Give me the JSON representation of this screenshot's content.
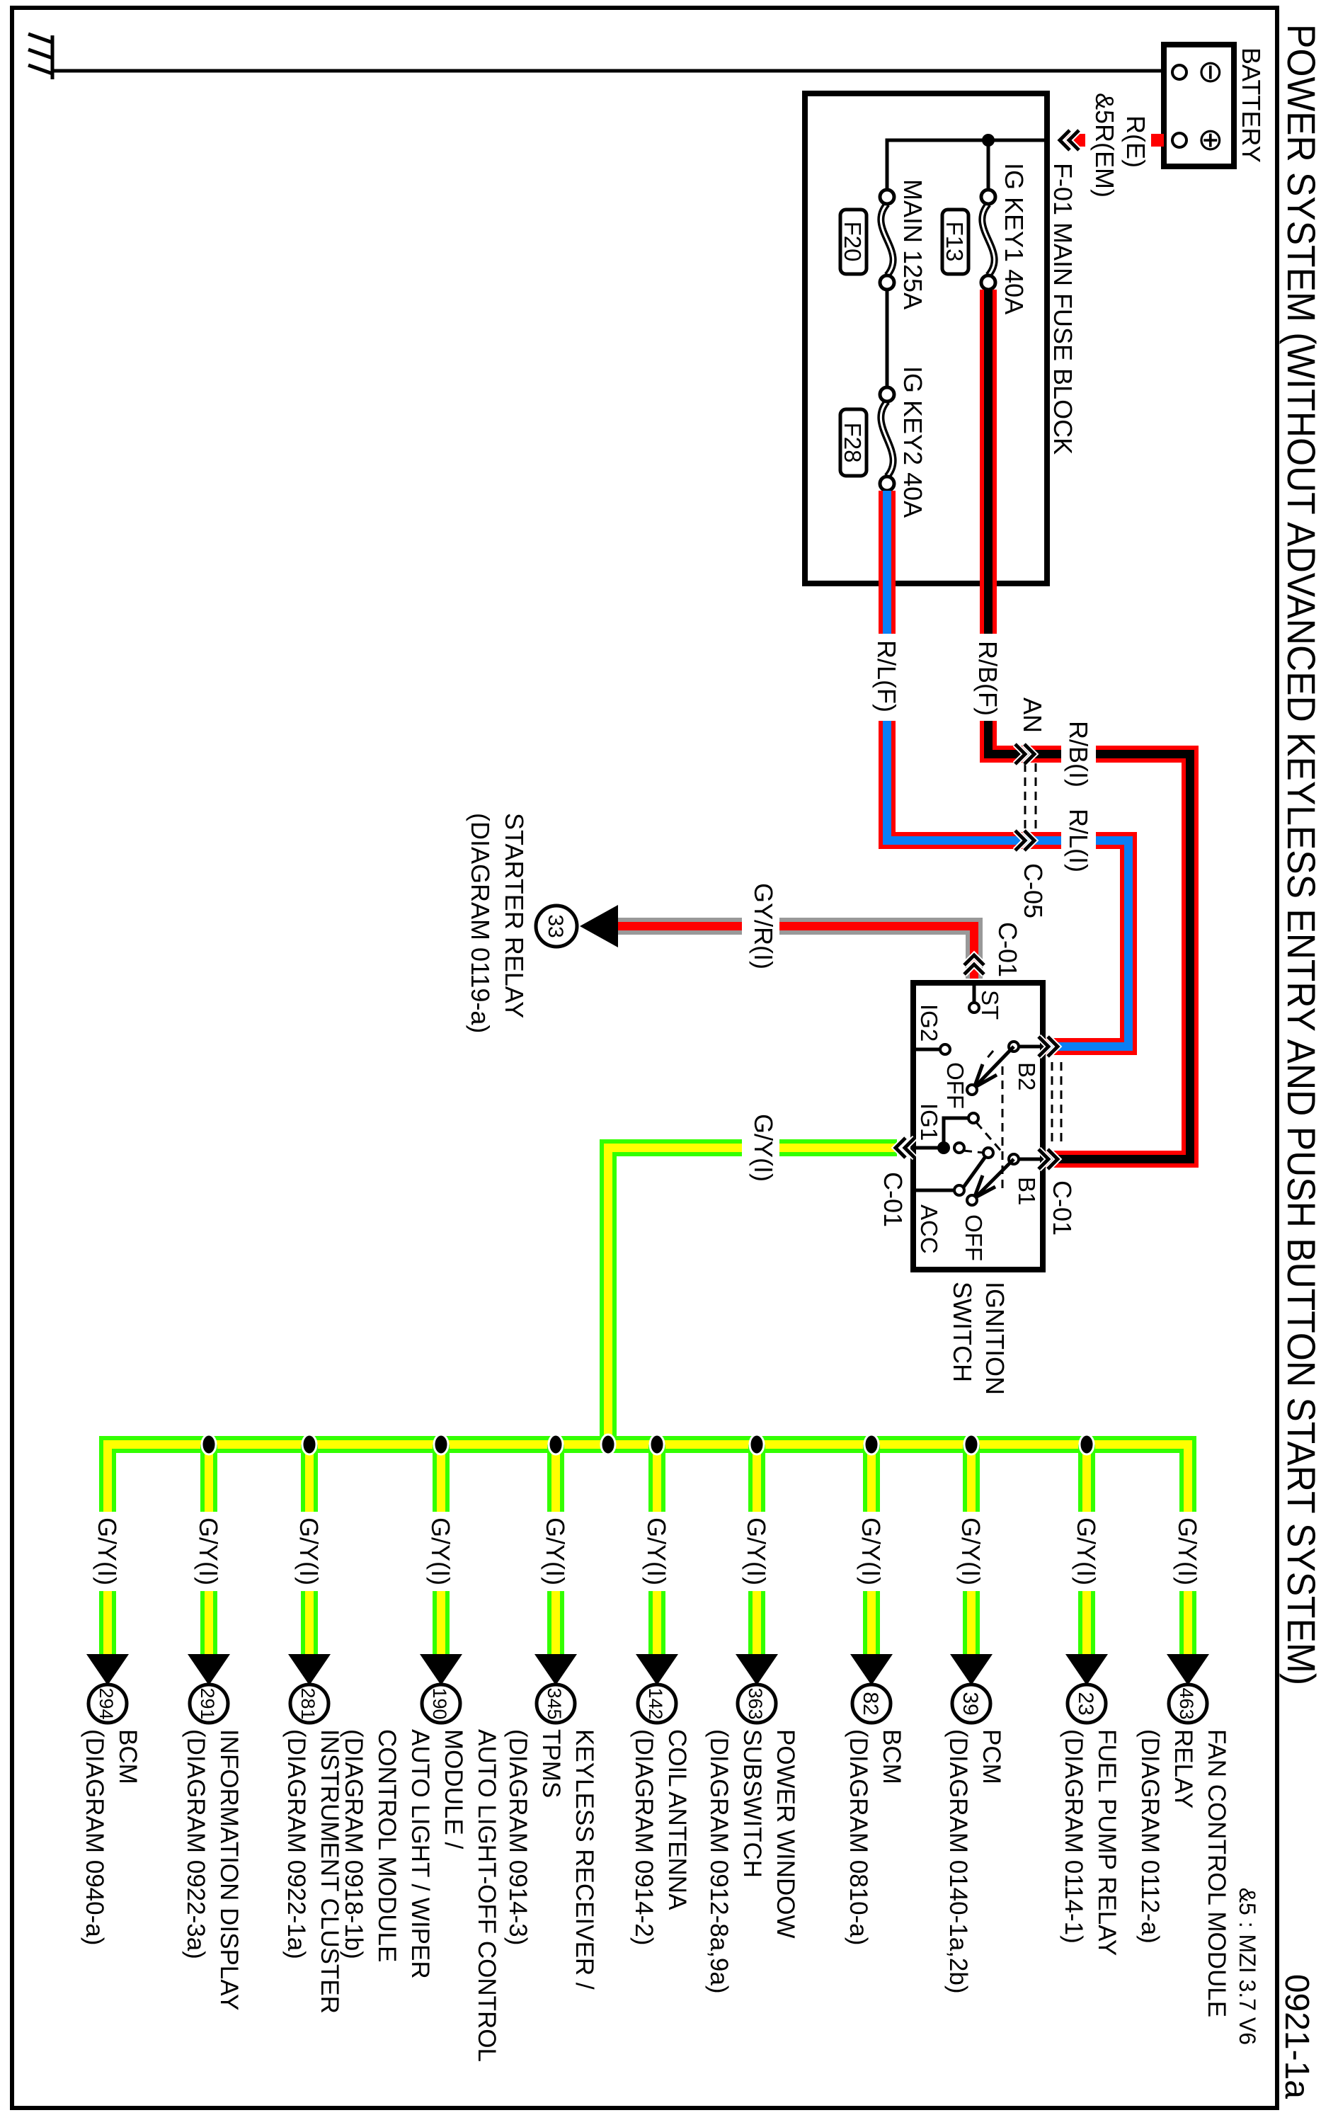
{
  "title": "POWER SYSTEM (WITHOUT ADVANCED KEYLESS ENTRY AND PUSH BUTTON START SYSTEM)",
  "page_code": "0921-1a",
  "note": "&5 : MZI 3.7 V6",
  "battery": {
    "label": "BATTERY",
    "minus_symbol": "⊖",
    "plus_symbol": "⊕",
    "wire_label_1": "R(E)",
    "wire_label_2": "&5R(EM)"
  },
  "fuse_block": {
    "label": "F-01 MAIN FUSE BLOCK",
    "fuses": [
      {
        "name": "IG KEY1 40A",
        "id": "F13"
      },
      {
        "name": "MAIN 125A",
        "id": "F20"
      },
      {
        "name": "IG KEY2 40A",
        "id": "F28"
      }
    ]
  },
  "wires": {
    "rb_f": "R/B(F)",
    "rl_f": "R/L(F)",
    "rb_i": "R/B(I)",
    "rl_i": "R/L(I)",
    "gyr_i": "GY/R(I)",
    "gy_i": "G/Y(I)"
  },
  "connectors": {
    "an": "AN",
    "c05": "C-05",
    "c01_st": "C-01",
    "c01_b": "C-01",
    "c01_gy": "C-01"
  },
  "ignition_switch": {
    "label_1": "IGNITION",
    "label_2": "SWITCH",
    "terminals": {
      "st": "ST",
      "ig2": "IG2",
      "ig1": "IG1",
      "acc": "ACC",
      "b1": "B1",
      "b2": "B2",
      "off_1": "OFF",
      "off_2": "OFF"
    }
  },
  "starter_relay": {
    "ref": "33",
    "lines": [
      "STARTER RELAY",
      "(DIAGRAM 0119-a)"
    ]
  },
  "branches": [
    {
      "ref": "463",
      "wire": "G/Y(I)",
      "lines": [
        "FAN CONTROL MODULE",
        "RELAY",
        "(DIAGRAM 0112-a)"
      ]
    },
    {
      "ref": "23",
      "wire": "G/Y(I)",
      "lines": [
        "FUEL PUMP RELAY",
        "(DIAGRAM 0114-1)"
      ]
    },
    {
      "ref": "39",
      "wire": "G/Y(I)",
      "lines": [
        "PCM",
        "(DIAGRAM 0140-1a,2b)"
      ]
    },
    {
      "ref": "82",
      "wire": "G/Y(I)",
      "lines": [
        "BCM",
        "(DIAGRAM 0810-a)"
      ]
    },
    {
      "ref": "363",
      "wire": "G/Y(I)",
      "lines": [
        "POWER WINDOW",
        "SUBSWITCH",
        "(DIAGRAM 0912-8a,9a)"
      ]
    },
    {
      "ref": "142",
      "wire": "G/Y(I)",
      "lines": [
        "COIL ANTENNA",
        "(DIAGRAM 0914-2)"
      ]
    },
    {
      "ref": "345",
      "wire": "G/Y(I)",
      "lines": [
        "KEYLESS RECEIVER /",
        "TPMS",
        "(DIAGRAM 0914-3)"
      ]
    },
    {
      "ref": "190",
      "wire": "G/Y(I)",
      "lines": [
        "AUTO LIGHT-OFF CONTROL",
        "MODULE /",
        "AUTO LIGHT / WIPER",
        "CONTROL MODULE",
        "(DIAGRAM 0918-1b)"
      ]
    },
    {
      "ref": "281",
      "wire": "G/Y(I)",
      "lines": [
        "INSTRUMENT CLUSTER",
        "(DIAGRAM 0922-1a)"
      ]
    },
    {
      "ref": "291",
      "wire": "G/Y(I)",
      "lines": [
        "INFORMATION DISPLAY",
        "(DIAGRAM 0922-3a)"
      ]
    },
    {
      "ref": "294",
      "wire": "G/Y(I)",
      "lines": [
        "BCM",
        "(DIAGRAM 0940-a)"
      ]
    }
  ],
  "colors": {
    "red": "#ff0000",
    "black": "#000000",
    "blue": "#0a7ff5",
    "gray": "#999999",
    "green": "#33ff00",
    "yellow": "#ffff00"
  }
}
